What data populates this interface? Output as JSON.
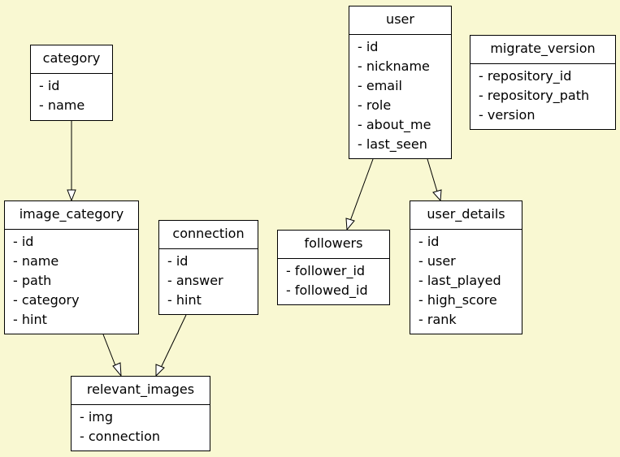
{
  "entities": {
    "category": {
      "name": "category",
      "fields": [
        "id",
        "name"
      ]
    },
    "image_category": {
      "name": "image_category",
      "fields": [
        "id",
        "name",
        "path",
        "category",
        "hint"
      ]
    },
    "connection": {
      "name": "connection",
      "fields": [
        "id",
        "answer",
        "hint"
      ]
    },
    "relevant_images": {
      "name": "relevant_images",
      "fields": [
        "img",
        "connection"
      ]
    },
    "user": {
      "name": "user",
      "fields": [
        "id",
        "nickname",
        "email",
        "role",
        "about_me",
        "last_seen"
      ]
    },
    "followers": {
      "name": "followers",
      "fields": [
        "follower_id",
        "followed_id"
      ]
    },
    "user_details": {
      "name": "user_details",
      "fields": [
        "id",
        "user",
        "last_played",
        "high_score",
        "rank"
      ]
    },
    "migrate_version": {
      "name": "migrate_version",
      "fields": [
        "repository_id",
        "repository_path",
        "version"
      ]
    }
  },
  "relations": [
    {
      "from": "category",
      "to": "image_category"
    },
    {
      "from": "image_category",
      "to": "relevant_images"
    },
    {
      "from": "connection",
      "to": "relevant_images"
    },
    {
      "from": "user",
      "to": "followers"
    },
    {
      "from": "user",
      "to": "user_details"
    }
  ],
  "colors": {
    "background": "#f9f8d2",
    "box": "#ffffff",
    "line": "#000000"
  }
}
